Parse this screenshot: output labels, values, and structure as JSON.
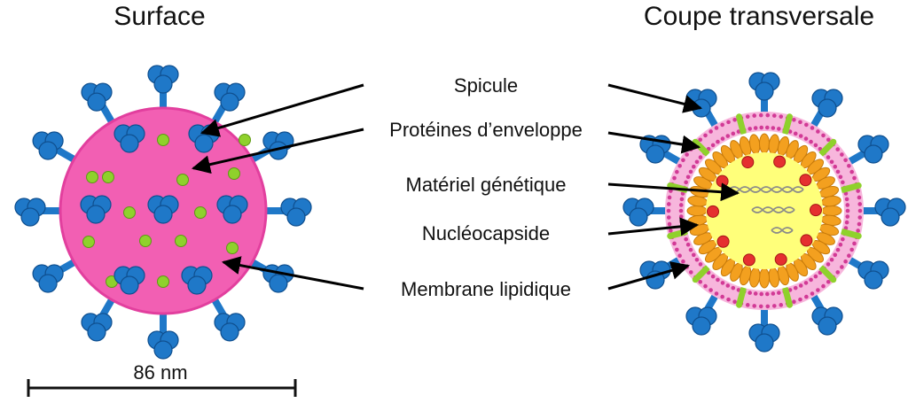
{
  "titles": {
    "left": "Surface",
    "right": "Coupe transversale"
  },
  "labels": [
    {
      "id": "spicule",
      "text": "Spicule"
    },
    {
      "id": "proteines",
      "text": "Protéines d’enveloppe"
    },
    {
      "id": "materiel",
      "text": "Matériel génétique"
    },
    {
      "id": "nucleocapside",
      "text": "Nucléocapside"
    },
    {
      "id": "membrane",
      "text": "Membrane lipidique"
    }
  ],
  "scale_bar": {
    "text": "86 nm"
  },
  "colors": {
    "envelope": "#f25fb3",
    "envelope_stroke": "#e23f9e",
    "spike": "#1f78c8",
    "spike_dark": "#0f4f8f",
    "protein": "#8fd12c",
    "capsid": "#f3a01f",
    "core": "#ffff7a",
    "rna_dot": "#e53030"
  }
}
